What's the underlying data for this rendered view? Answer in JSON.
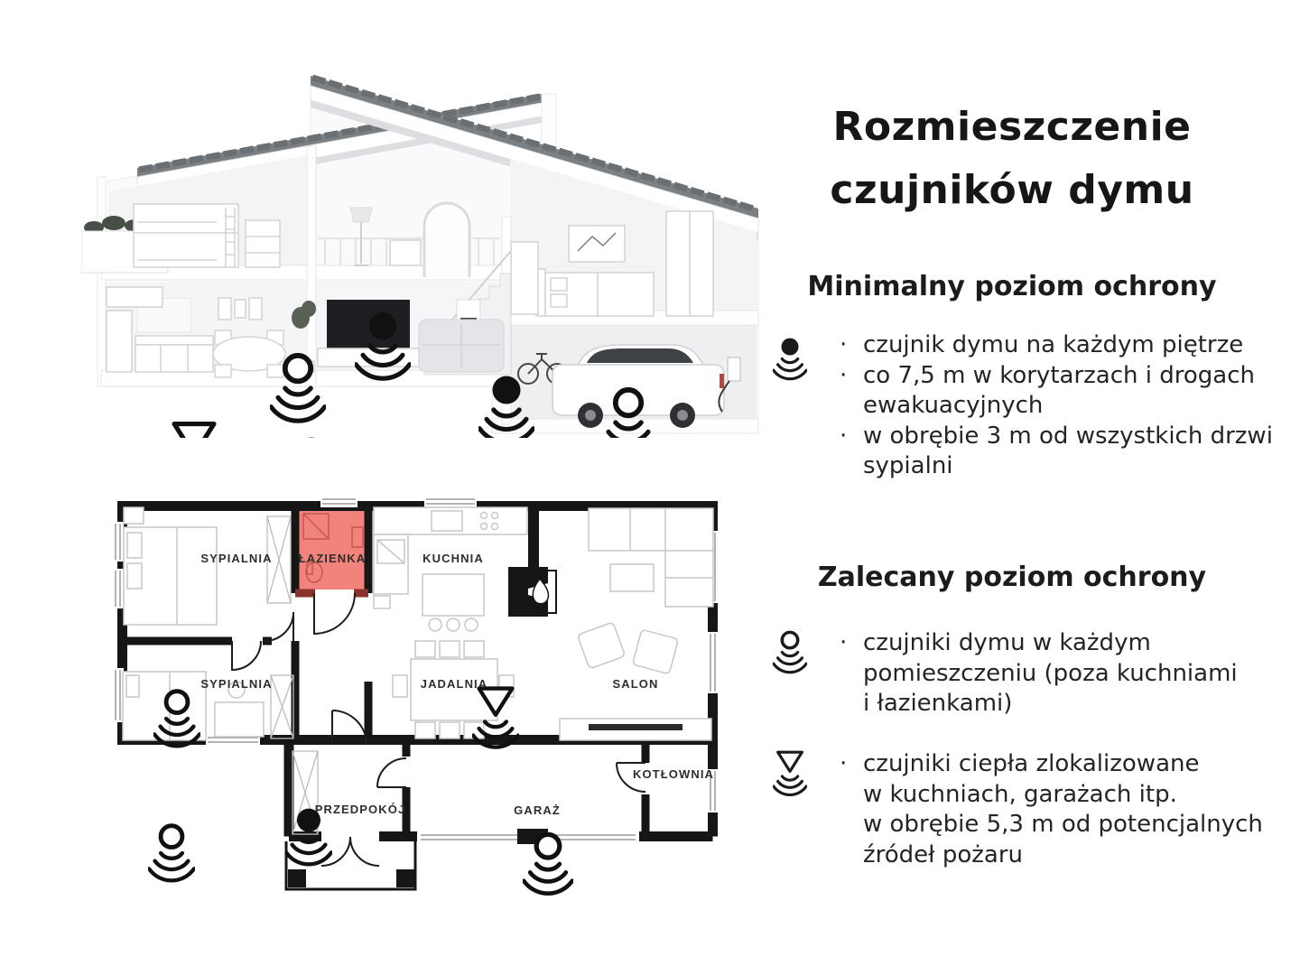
{
  "ui": {
    "bullet_char": "·"
  },
  "colors": {
    "text": "#1f1f1f",
    "wall": "#161616",
    "bathroom_fill": "#f2837c",
    "bathroom_wall": "#8a332c",
    "bathroom_label": "#5a1d18",
    "roof": "#7b8085",
    "furniture_line": "#c6c7c9"
  },
  "title": {
    "lines": [
      "Rozmieszczenie",
      "czujników dymu"
    ]
  },
  "legend": {
    "sections": [
      {
        "heading": "Minimalny poziom ochrony",
        "items": [
          {
            "icon": "smoke-detector-filled-icon",
            "bullets": [
              "czujnik dymu na każdym piętrze",
              "co 7,5 m w korytarzach i drogach\newakuacyjnych",
              "w obrębie 3 m od wszystkich drzwi\nsypialni"
            ]
          }
        ]
      },
      {
        "heading": "Zalecany poziom ochrony",
        "items": [
          {
            "icon": "smoke-detector-outline-icon",
            "bullets": [
              "czujniki dymu w każdym\npomieszczeniu (poza kuchniami\ni łazienkami)"
            ]
          },
          {
            "icon": "heat-detector-icon",
            "bullets": [
              "czujniki ciepła zlokalizowane\nw kuchniach, garażach itp.\nw obrębie 5,3 m od potencjalnych\nźródeł pożaru"
            ]
          }
        ]
      }
    ]
  },
  "floor_plan": {
    "rooms": [
      {
        "label": "SYPIALNIA",
        "detector": "smoke-outline"
      },
      {
        "label": "ŁAZIENKA",
        "highlighted": true
      },
      {
        "label": "KUCHNIA",
        "detector": "heat"
      },
      {
        "label": "SYPIALNIA",
        "detector": "smoke-outline"
      },
      {
        "label": "JADALNIA"
      },
      {
        "label": "SALON",
        "detector": "smoke-outline"
      },
      {
        "label": "PRZEDPOKÓJ",
        "detector": "smoke-filled"
      },
      {
        "label": "GARAŻ",
        "detector": "heat"
      },
      {
        "label": "KOTŁOWNIA"
      }
    ],
    "hall_detector": "smoke-filled"
  },
  "house": {
    "detectors": [
      "smoke-outline",
      "smoke-filled",
      "smoke-filled",
      "smoke-outline",
      "heat",
      "smoke-filled",
      "heat"
    ]
  }
}
